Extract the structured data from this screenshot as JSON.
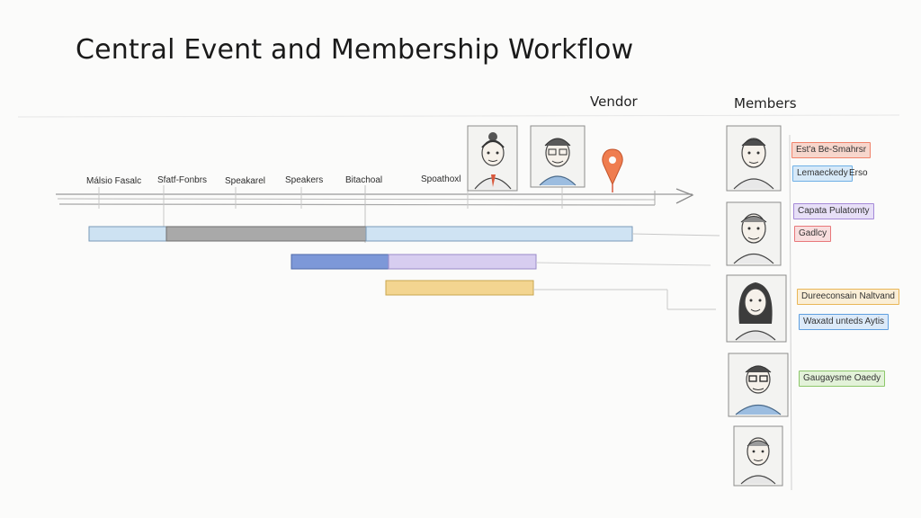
{
  "diagram": {
    "title": "Central Event and Membership Workflow",
    "timeline_labels": [
      "Málsio Fasalc",
      "Sfatf-Fonbrs",
      "Speakarel",
      "Speakers",
      "Bitachoal",
      "Spoathoxl"
    ],
    "vendor_label": "Vendor",
    "members_label": "Members",
    "member_tags": [
      {
        "text": "Est'a Be-Smahrsr",
        "color": "#f0826a"
      },
      {
        "text": "Lemaeckedy",
        "color": "#6fb0e6"
      },
      {
        "text": "Erso",
        "color": ""
      },
      {
        "text": "Capata Pulatomty",
        "color": "#a58ad8"
      },
      {
        "text": "Gadlcy",
        "color": "#e8787a"
      },
      {
        "text": "Dureeconsain Naltvand",
        "color": "#e9b657"
      },
      {
        "text": "Waxatd unteds Aytis",
        "color": "#5f9fe0"
      },
      {
        "text": "Gaugaysme Oaedy",
        "color": "#8cc76a"
      }
    ]
  }
}
